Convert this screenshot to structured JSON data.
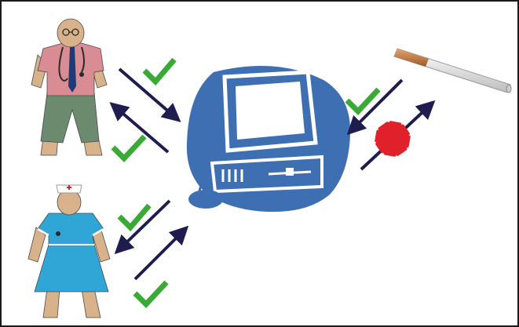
{
  "diagram": {
    "nodes": [
      {
        "id": "doctor",
        "icon": "doctor-figure-icon"
      },
      {
        "id": "nurse",
        "icon": "nurse-figure-icon"
      },
      {
        "id": "computer",
        "icon": "desktop-computer-icon"
      },
      {
        "id": "cigarette",
        "icon": "cigarette-icon"
      }
    ],
    "links": [
      {
        "between": [
          "doctor",
          "computer"
        ],
        "arrows": "two-way",
        "status": "allowed",
        "mark": "check-icon"
      },
      {
        "between": [
          "nurse",
          "computer"
        ],
        "arrows": "two-way",
        "status": "allowed",
        "mark": "check-icon"
      },
      {
        "between": [
          "cigarette",
          "computer"
        ],
        "arrows": "two-way",
        "status": "mixed",
        "marks": [
          "check-icon",
          "cross-icon"
        ]
      }
    ]
  },
  "colors": {
    "computer": "#3f6fb3",
    "arrow": "#1f1d4f",
    "check": "#3aa935",
    "cross": "#e0202a",
    "skin": "#d8b28a",
    "doctor_shirt": "#d98c94",
    "doctor_trousers": "#6b8a6e",
    "tie": "#1f3a75",
    "nurse_dress": "#30a6d6",
    "outline": "#4a4a4a"
  }
}
